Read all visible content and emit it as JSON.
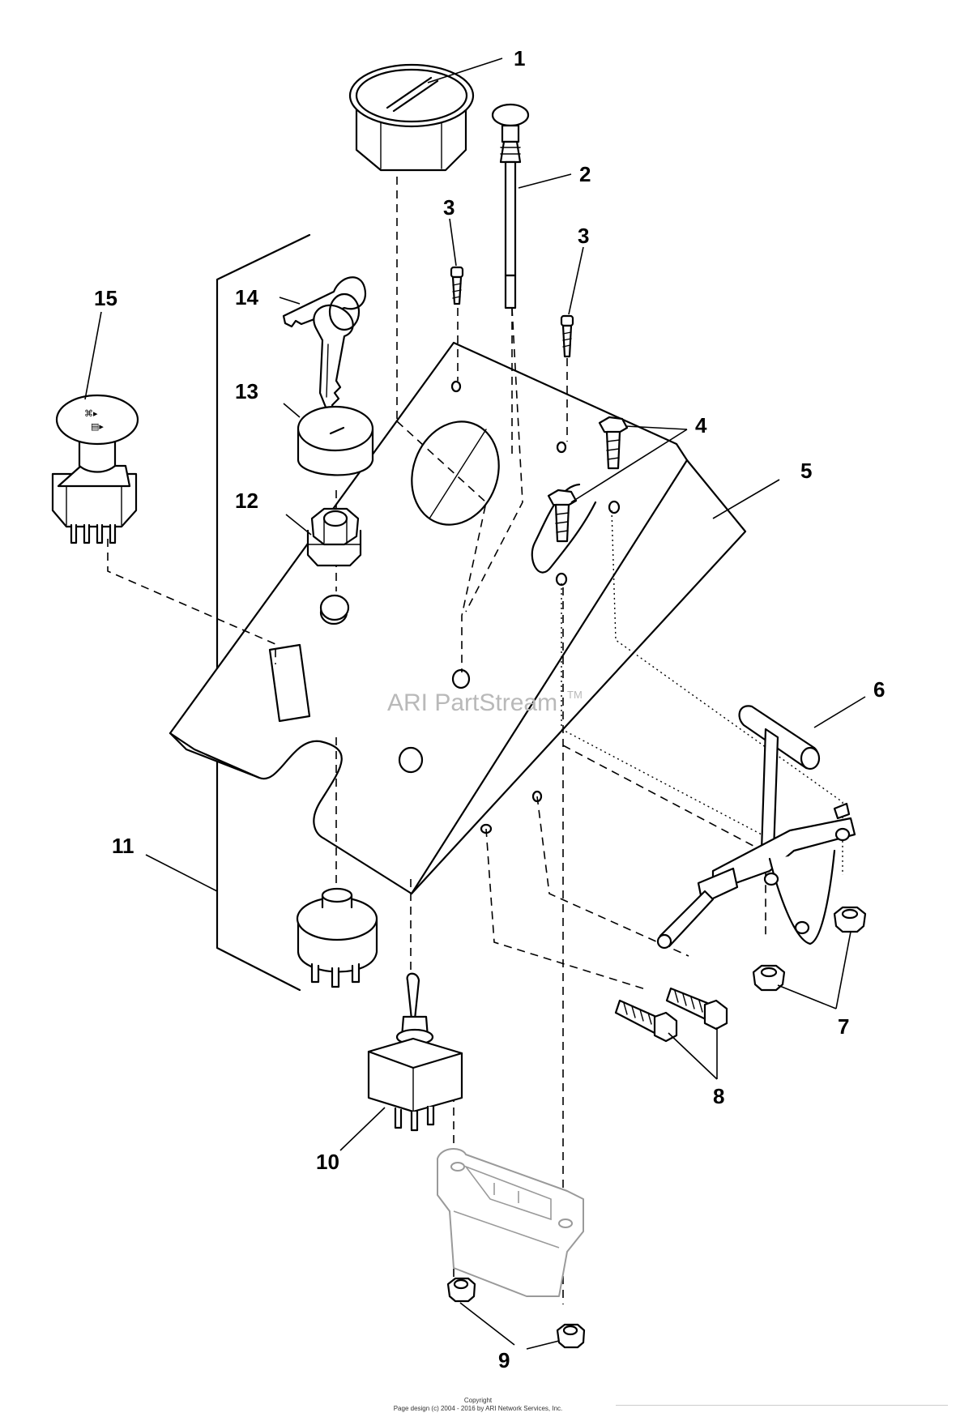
{
  "diagram": {
    "watermark": "ARI PartStream",
    "watermark_trademark": "TM",
    "callouts": [
      "1",
      "2",
      "3",
      "3",
      "4",
      "5",
      "6",
      "7",
      "8",
      "9",
      "10",
      "11",
      "12",
      "13",
      "14",
      "15"
    ],
    "footer_line1": "Copyright",
    "footer_line2": "Page design (c) 2004 - 2016 by ARI Network Services, Inc."
  }
}
